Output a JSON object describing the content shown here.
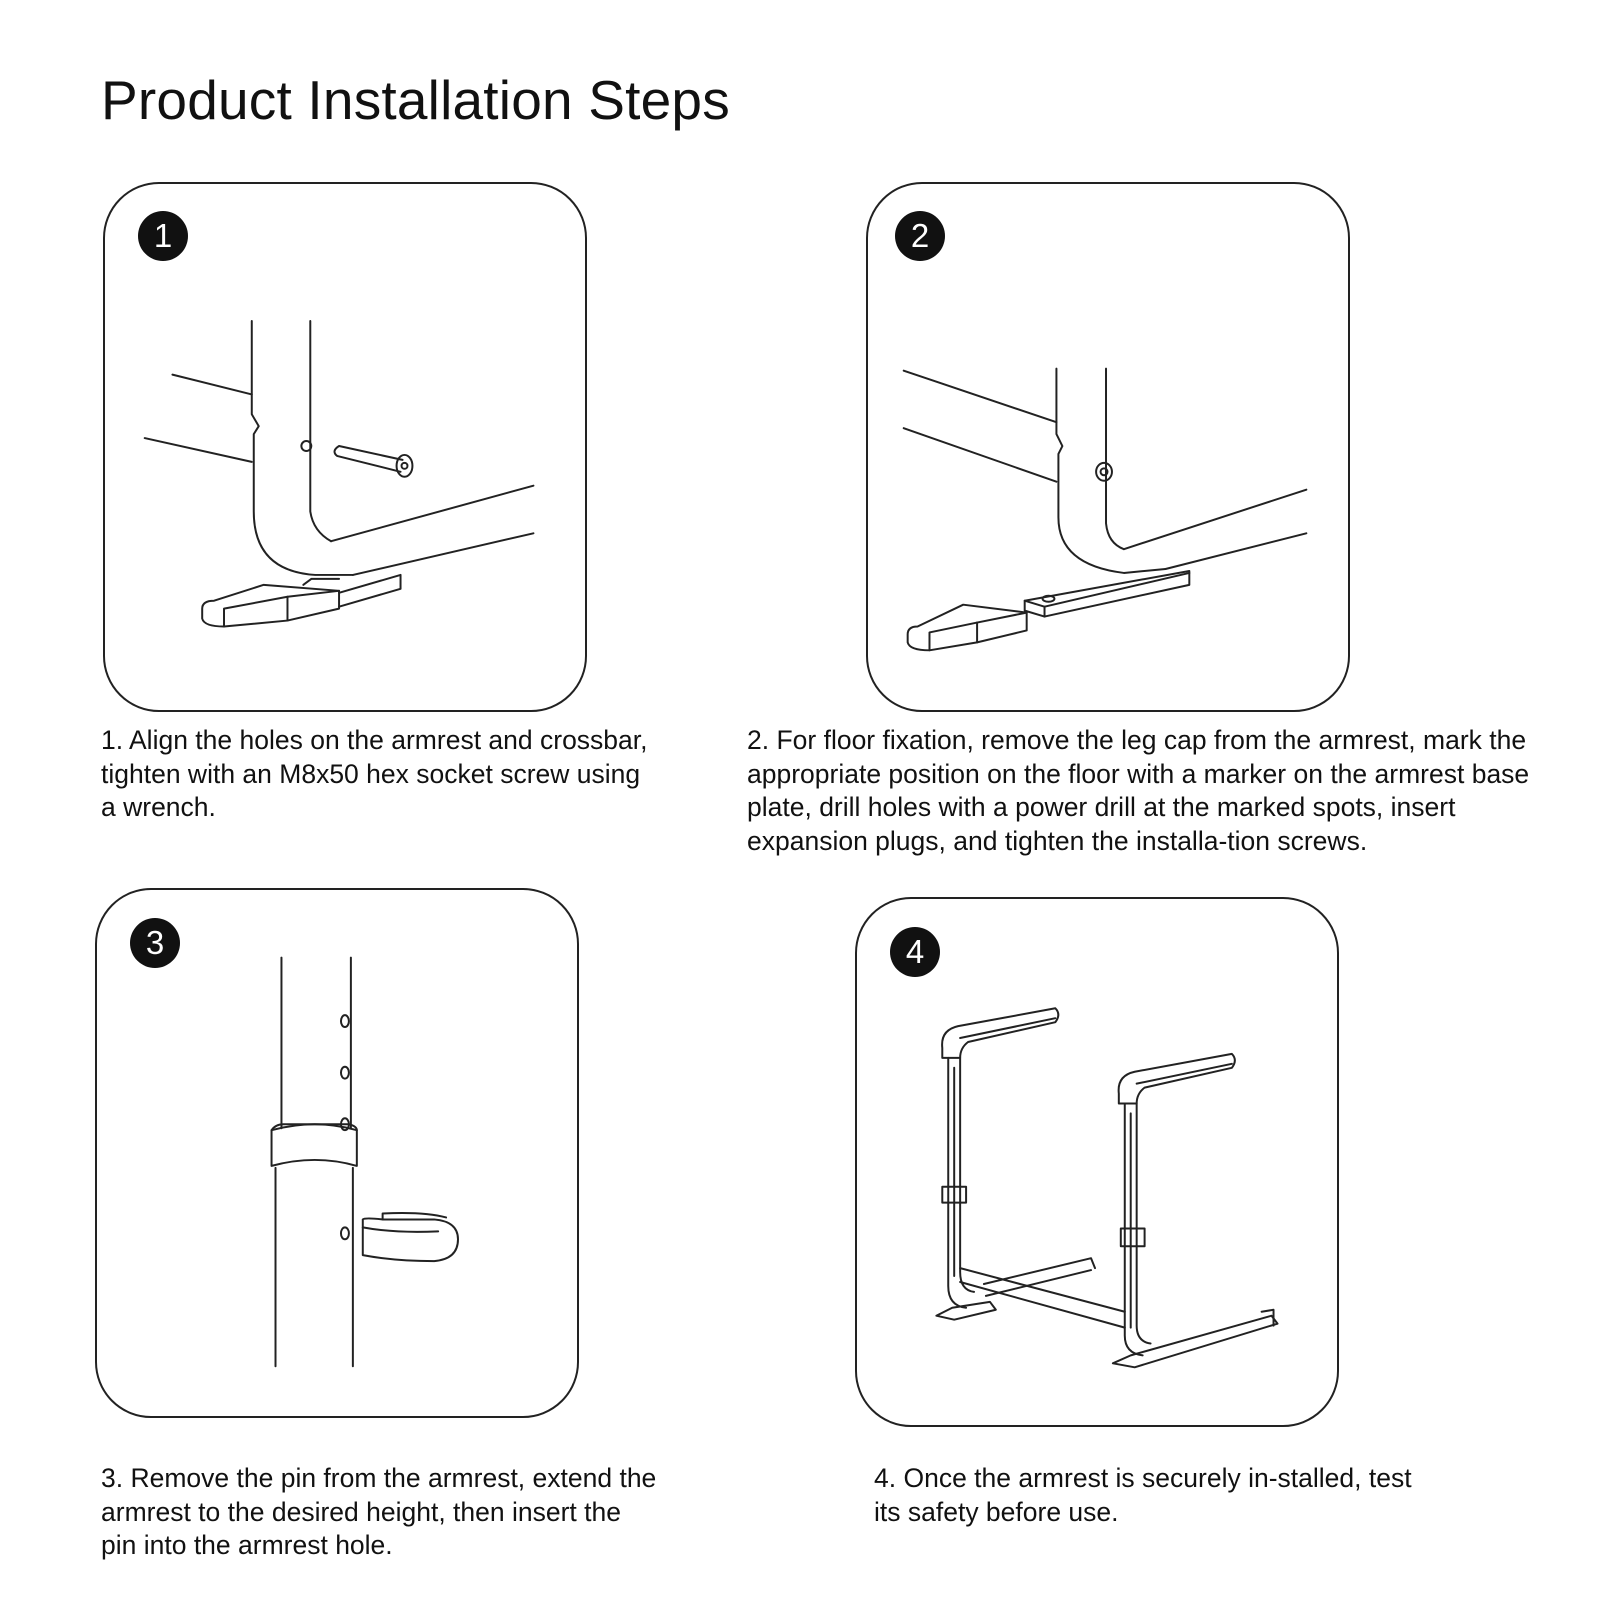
{
  "page": {
    "title": "Product Installation Steps"
  },
  "steps": [
    {
      "number": "1",
      "text": "1. Align the holes on the armrest and crossbar, tighten with an M8x50 hex socket screw using a wrench."
    },
    {
      "number": "2",
      "text": "2. For floor fixation, remove the leg cap from the armrest, mark the appropriate position on the floor with a marker on the armrest base plate, drill holes with a power drill at the marked spots, insert expansion plugs, and tighten the installa-tion screws."
    },
    {
      "number": "3",
      "text": "3. Remove the pin from the armrest, extend the armrest to the desired height, then insert the pin into the armrest hole."
    },
    {
      "number": "4",
      "text": "4. Once the armrest is securely in-stalled, test its safety before use."
    }
  ],
  "colors": {
    "ink": "#111111",
    "background": "#ffffff"
  }
}
